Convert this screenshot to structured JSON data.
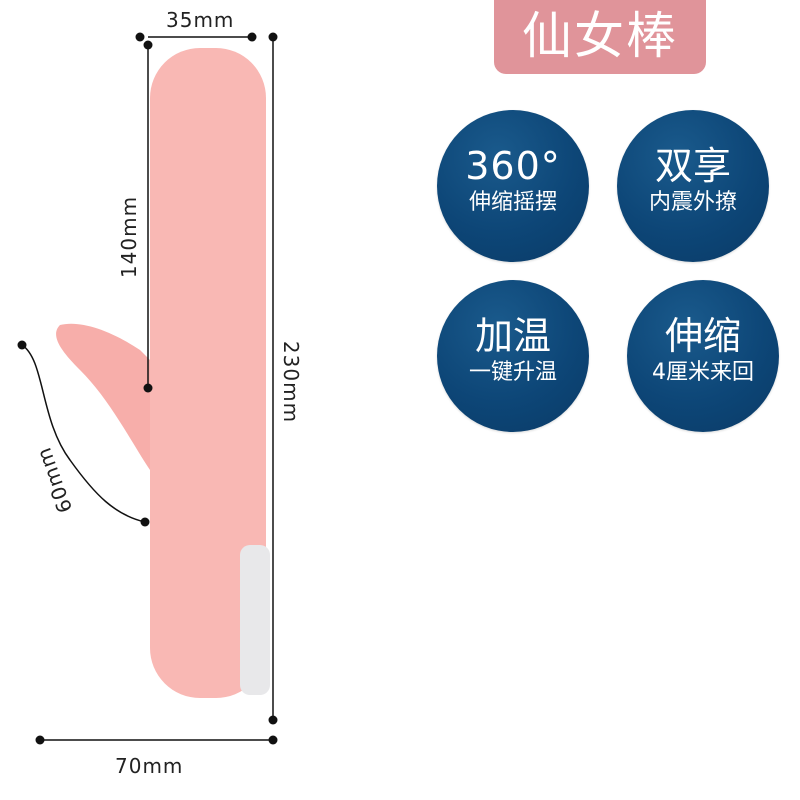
{
  "title": "仙女棒",
  "features": [
    {
      "headline": "360°",
      "subline": "伸缩摇摆"
    },
    {
      "headline": "双享",
      "subline": "内震外撩"
    },
    {
      "headline": "加温",
      "subline": "一键升温"
    },
    {
      "headline": "伸缩",
      "subline": "4厘米来回"
    }
  ],
  "dimensions": {
    "top_width": "35mm",
    "insert_length": "140mm",
    "total_length": "230mm",
    "arm_length": "60mm",
    "base_width": "70mm"
  },
  "colors": {
    "title_badge": "#e0949a",
    "feature_circle": "#0d4677",
    "product_body": "#f9b8b4",
    "dimension_lines": "#111111"
  }
}
